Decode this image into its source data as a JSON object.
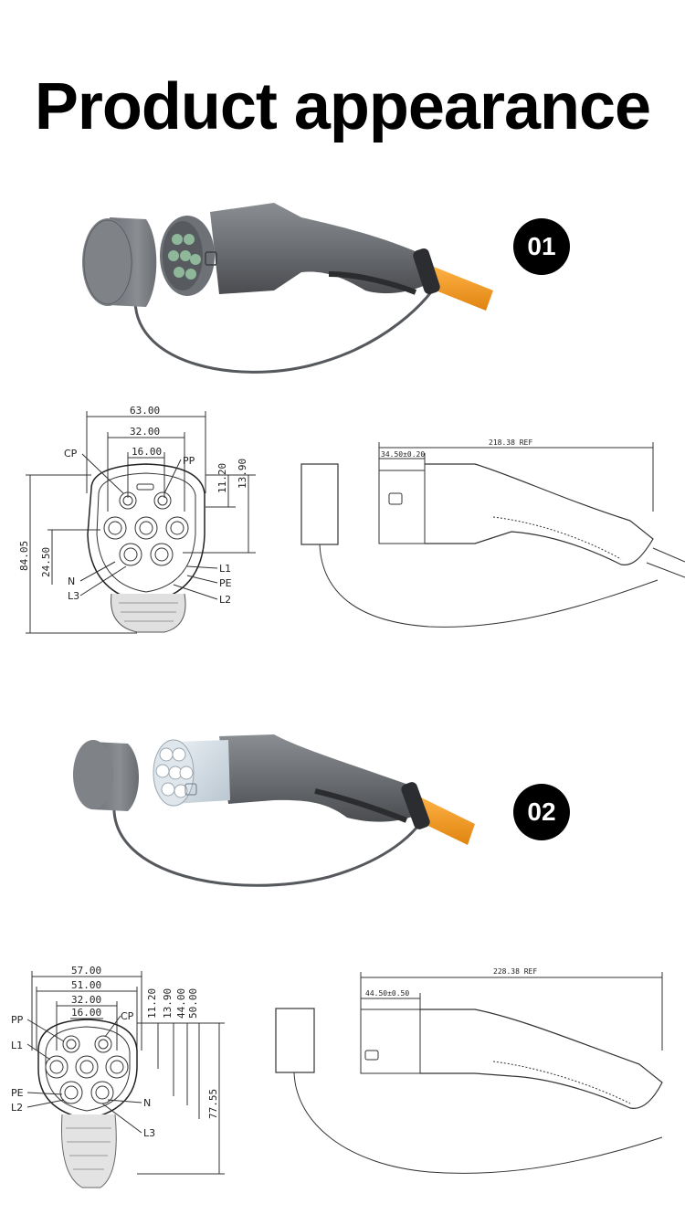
{
  "title": "Product appearance",
  "badges": {
    "first": "01",
    "second": "02"
  },
  "drawing1": {
    "widths": [
      "63.00",
      "32.00",
      "16.00"
    ],
    "heights": [
      "11.20",
      "13.90",
      "84.05",
      "24.50"
    ],
    "pins_left": [
      "CP",
      "N",
      "L3"
    ],
    "pins_right": [
      "PP",
      "L1",
      "PE",
      "L2"
    ],
    "overall_length": "218.38 REF",
    "front_length": "34.50±0.20"
  },
  "drawing2": {
    "widths": [
      "57.00",
      "51.00",
      "32.00",
      "16.00"
    ],
    "heights": [
      "11.20",
      "13.90",
      "44.00",
      "50.00",
      "77.55"
    ],
    "pins_left": [
      "PP",
      "L1",
      "PE",
      "L2"
    ],
    "pins_right": [
      "CP",
      "N",
      "L3"
    ],
    "overall_length": "228.38 REF",
    "front_length": "44.50±0.50"
  },
  "colors": {
    "cable": "#f39a1e",
    "body": "#6e7175",
    "cap": "#7c8085",
    "ring": "#3a3c3f"
  }
}
